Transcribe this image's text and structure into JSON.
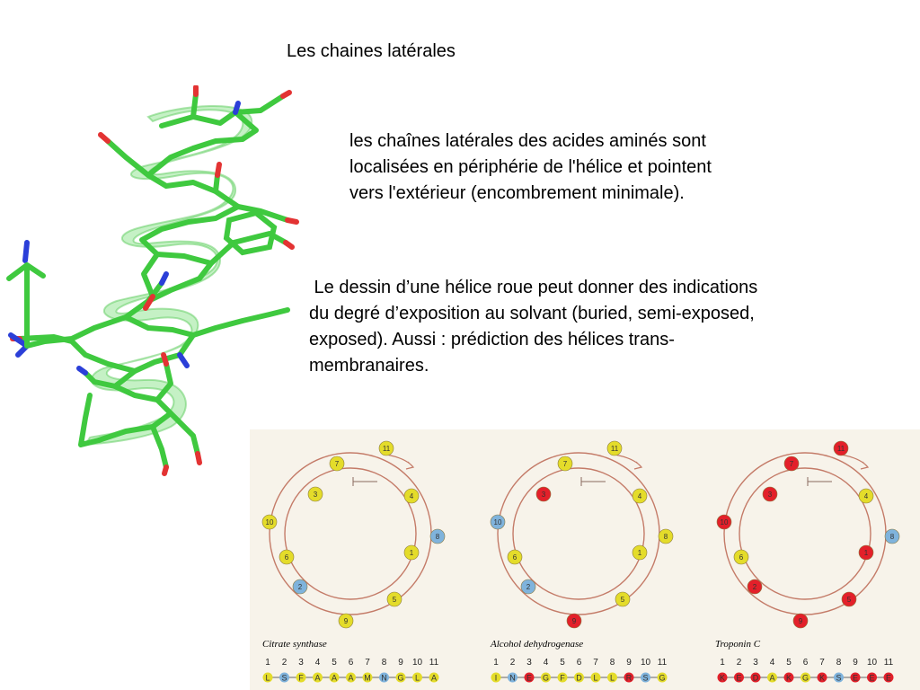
{
  "slide": {
    "title": "Les chaines latérales",
    "paragraph1": {
      "lines": [
        "les chaînes latérales des acides aminés sont",
        "localisées en périphérie de l'hélice et pointent",
        "vers l'extérieur (encombrement minimale)."
      ]
    },
    "paragraph2": {
      "lines": [
        " Le dessin d’une hélice roue peut donner des indications",
        "du degré d’exposition au solvant (buried, semi-exposed,",
        "exposed). Aussi : prédiction des hélices trans-",
        "membranaires."
      ]
    }
  },
  "colors": {
    "yellow": "#e4dc2a",
    "red": "#e3202a",
    "blue": "#7fb3dc",
    "ring": "#c47b68",
    "carbon": "#3fc93f",
    "oxygen": "#e33333",
    "nitrogen": "#2b3fd8"
  },
  "wheels": [
    {
      "name": "Citrate synthase",
      "positions": [
        "1",
        "2",
        "3",
        "4",
        "5",
        "6",
        "7",
        "8",
        "9",
        "10",
        "11"
      ],
      "residues": [
        {
          "letter": "L",
          "color": "yellow"
        },
        {
          "letter": "S",
          "color": "blue"
        },
        {
          "letter": "F",
          "color": "yellow"
        },
        {
          "letter": "A",
          "color": "yellow"
        },
        {
          "letter": "A",
          "color": "yellow"
        },
        {
          "letter": "A",
          "color": "yellow"
        },
        {
          "letter": "M",
          "color": "yellow"
        },
        {
          "letter": "N",
          "color": "blue"
        },
        {
          "letter": "G",
          "color": "yellow"
        },
        {
          "letter": "L",
          "color": "yellow"
        },
        {
          "letter": "A",
          "color": "yellow"
        }
      ]
    },
    {
      "name": "Alcohol dehydrogenase",
      "positions": [
        "1",
        "2",
        "3",
        "4",
        "5",
        "6",
        "7",
        "8",
        "9",
        "10",
        "11"
      ],
      "residues": [
        {
          "letter": "I",
          "color": "yellow"
        },
        {
          "letter": "N",
          "color": "blue"
        },
        {
          "letter": "E",
          "color": "red"
        },
        {
          "letter": "G",
          "color": "yellow"
        },
        {
          "letter": "F",
          "color": "yellow"
        },
        {
          "letter": "D",
          "color": "yellow"
        },
        {
          "letter": "L",
          "color": "yellow"
        },
        {
          "letter": "L",
          "color": "yellow"
        },
        {
          "letter": "R",
          "color": "red"
        },
        {
          "letter": "S",
          "color": "blue"
        },
        {
          "letter": "G",
          "color": "yellow"
        }
      ]
    },
    {
      "name": "Troponin C",
      "positions": [
        "1",
        "2",
        "3",
        "4",
        "5",
        "6",
        "7",
        "8",
        "9",
        "10",
        "11"
      ],
      "residues": [
        {
          "letter": "K",
          "color": "red"
        },
        {
          "letter": "E",
          "color": "red"
        },
        {
          "letter": "D",
          "color": "red"
        },
        {
          "letter": "A",
          "color": "yellow"
        },
        {
          "letter": "K",
          "color": "red"
        },
        {
          "letter": "G",
          "color": "yellow"
        },
        {
          "letter": "K",
          "color": "red"
        },
        {
          "letter": "S",
          "color": "blue"
        },
        {
          "letter": "E",
          "color": "red"
        },
        {
          "letter": "E",
          "color": "red"
        },
        {
          "letter": "E",
          "color": "red"
        }
      ]
    }
  ]
}
